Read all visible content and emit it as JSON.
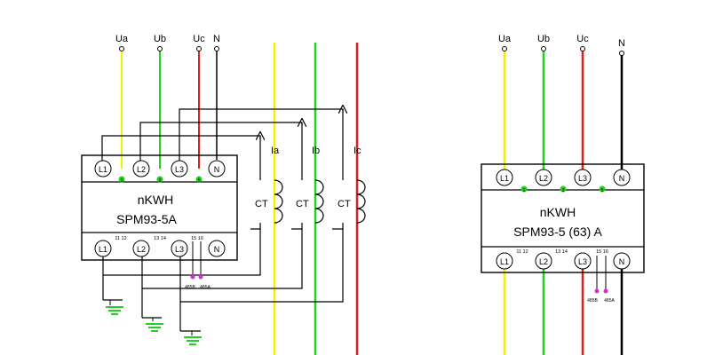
{
  "colors": {
    "phase_a": "#f2f200",
    "phase_b": "#22d022",
    "phase_c": "#e02020",
    "neutral": "#000000",
    "terminal_dot": "#22d022",
    "rs485_dot": "#cc33cc"
  },
  "left_diagram": {
    "inputs": {
      "ua": "Ua",
      "ub": "Ub",
      "uc": "Uc",
      "n": "N"
    },
    "currents": {
      "ia": "Ia",
      "ib": "Ib",
      "ic": "Ic"
    },
    "ct_label": "CT",
    "meter": {
      "top_terminals": [
        "L1",
        "L2",
        "L3",
        "N"
      ],
      "top_numbers": [
        "1",
        "3",
        "5"
      ],
      "title": "nKWH",
      "model": "SPM93-5A",
      "bottom_terminals": [
        "L1",
        "L2",
        "L3",
        "N"
      ],
      "bottom_numbers": [
        "11 12",
        "13 14",
        "15 16"
      ],
      "rs485": [
        "485B",
        "485A"
      ]
    }
  },
  "right_diagram": {
    "inputs": {
      "ua": "Ua",
      "ub": "Ub",
      "uc": "Uc",
      "n": "N"
    },
    "meter": {
      "top_terminals": [
        "L1",
        "L2",
        "L3",
        "N"
      ],
      "top_numbers": [
        "1",
        "3",
        "5"
      ],
      "title": "nKWH",
      "model": "SPM93-5 (63) A",
      "bottom_terminals": [
        "L1",
        "L2",
        "L3",
        "N"
      ],
      "bottom_numbers": [
        "11 12",
        "13 14",
        "15 16"
      ],
      "rs485": [
        "485B",
        "485A"
      ]
    }
  }
}
